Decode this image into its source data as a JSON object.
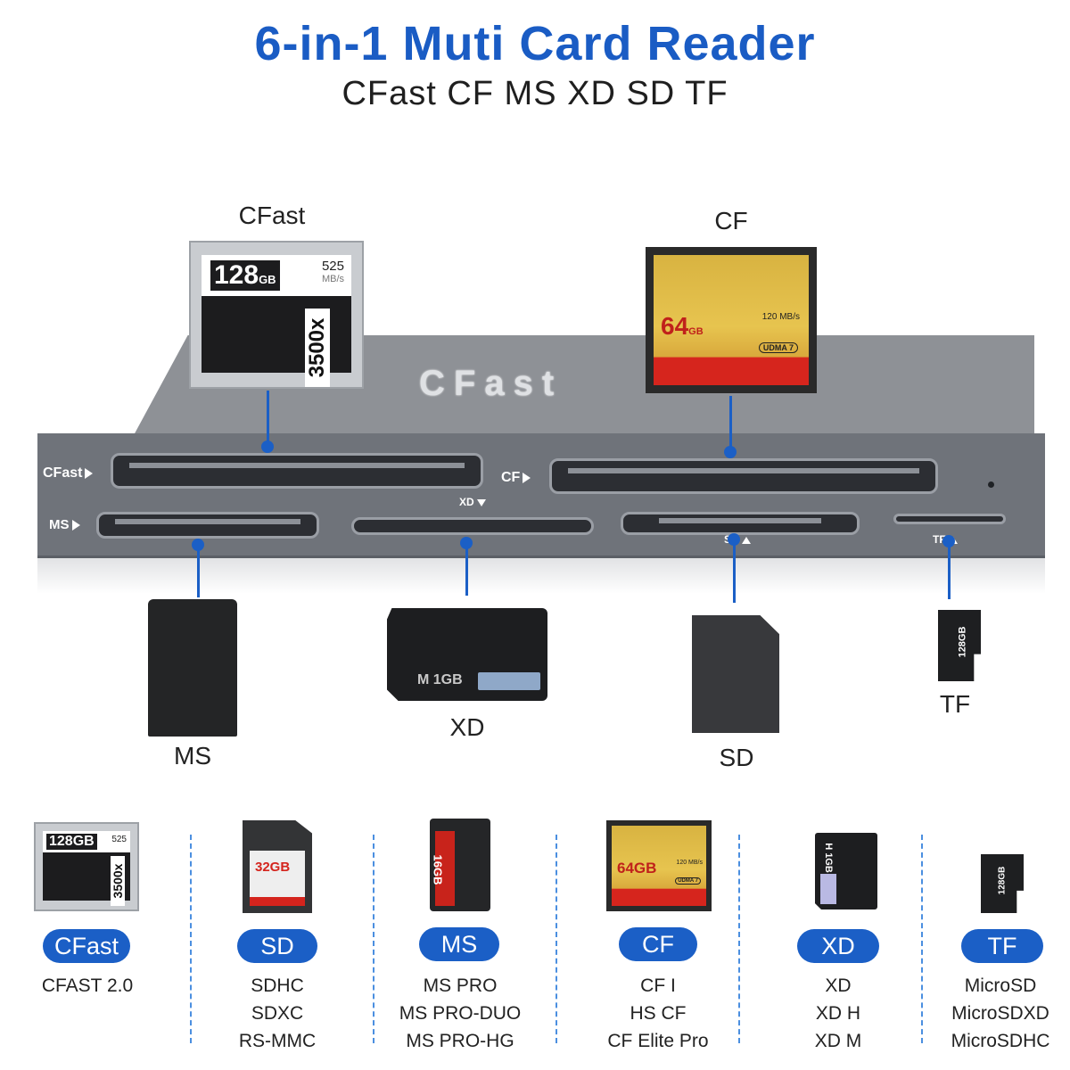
{
  "title": "6-in-1 Muti Card Reader",
  "subtitle": "CFast CF MS XD SD TF",
  "device": {
    "brand": "CFast",
    "slots": {
      "cfast": "CFast",
      "cf": "CF",
      "xd": "XD",
      "ms": "MS",
      "sd": "SD",
      "tf": "TF"
    }
  },
  "top_cards": {
    "cfast": {
      "label": "CFast",
      "capacity": "128",
      "unit": "GB",
      "speed": "525",
      "speed_unit": "MB/s",
      "rating": "3500x"
    },
    "cf": {
      "label": "CF",
      "capacity": "64",
      "unit": "GB",
      "speed": "120 MB/s",
      "badge": "UDMA 7"
    },
    "ms": {
      "label": "MS"
    },
    "xd": {
      "label": "XD",
      "text": "M 1GB"
    },
    "sd": {
      "label": "SD"
    },
    "tf": {
      "label": "TF",
      "text": "128GB"
    }
  },
  "bottom_cards": [
    {
      "name": "CFast",
      "types": [
        "CFAST 2.0"
      ],
      "card_text": "128GB",
      "speed": "525",
      "rating": "3500x"
    },
    {
      "name": "SD",
      "types": [
        "SDHC",
        "SDXC",
        "RS-MMC"
      ],
      "card_text": "32GB"
    },
    {
      "name": "MS",
      "types": [
        "MS PRO",
        "MS PRO-DUO",
        "MS PRO-HG"
      ],
      "card_text": "16GB"
    },
    {
      "name": "CF",
      "types": [
        "CF I",
        "HS CF",
        "CF Elite Pro"
      ],
      "card_text": "64GB",
      "speed": "120 MB/s",
      "badge": "UDMA 7"
    },
    {
      "name": "XD",
      "types": [
        "XD",
        "XD H",
        "XD M"
      ],
      "card_text": "H 1GB"
    },
    {
      "name": "TF",
      "types": [
        "MicroSD",
        "MicroSDXD",
        "MicroSDHC"
      ],
      "card_text": "128GB"
    }
  ],
  "colors": {
    "accent": "#1b5fc6",
    "title": "#1a5cc4",
    "device": "#6f737a"
  }
}
